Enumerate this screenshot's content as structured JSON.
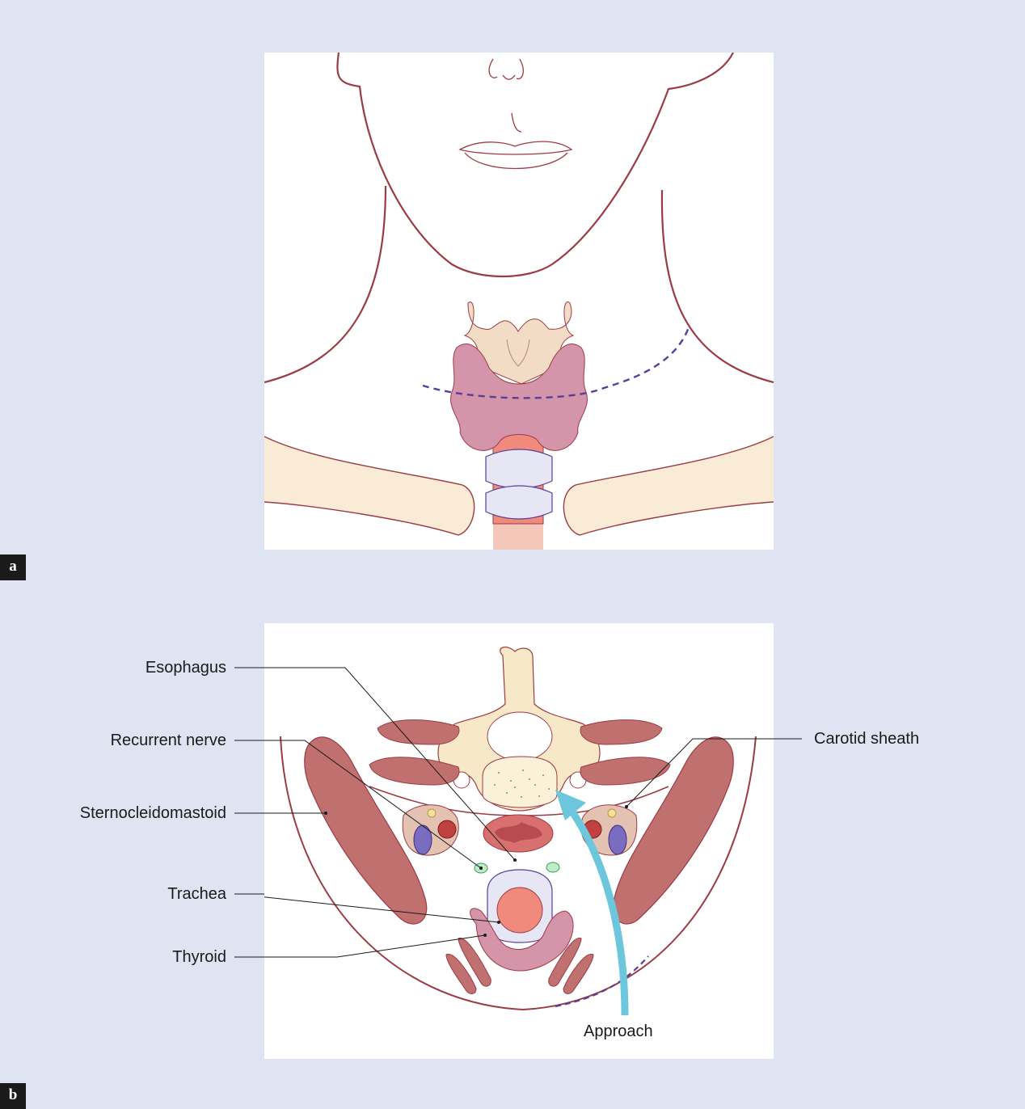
{
  "panels": {
    "a": {
      "letter": "a"
    },
    "b": {
      "letter": "b"
    }
  },
  "labels": {
    "esophagus": "Esophagus",
    "recurrent_nerve": "Recurrent nerve",
    "sternocleidomastoid": "Sternocleidomastoid",
    "trachea": "Trachea",
    "thyroid": "Thyroid",
    "carotid_sheath": "Carotid sheath",
    "approach": "Approach"
  },
  "colors": {
    "background": "#dfe4f2",
    "outline": "#9b3b44",
    "thyroid": "#d494aa",
    "cartilage": "#f2dcc6",
    "trachea_ring": "#e0e0f0",
    "trachea_lumen": "#f08a7c",
    "bone": "#f7e8c8",
    "muscle": "#c0706e",
    "vein": "#7a6cc0",
    "artery": "#c0413f",
    "nerve": "#7ed39a",
    "incision": "#5a3d9a",
    "approach_arrow": "#6cc6dc"
  }
}
